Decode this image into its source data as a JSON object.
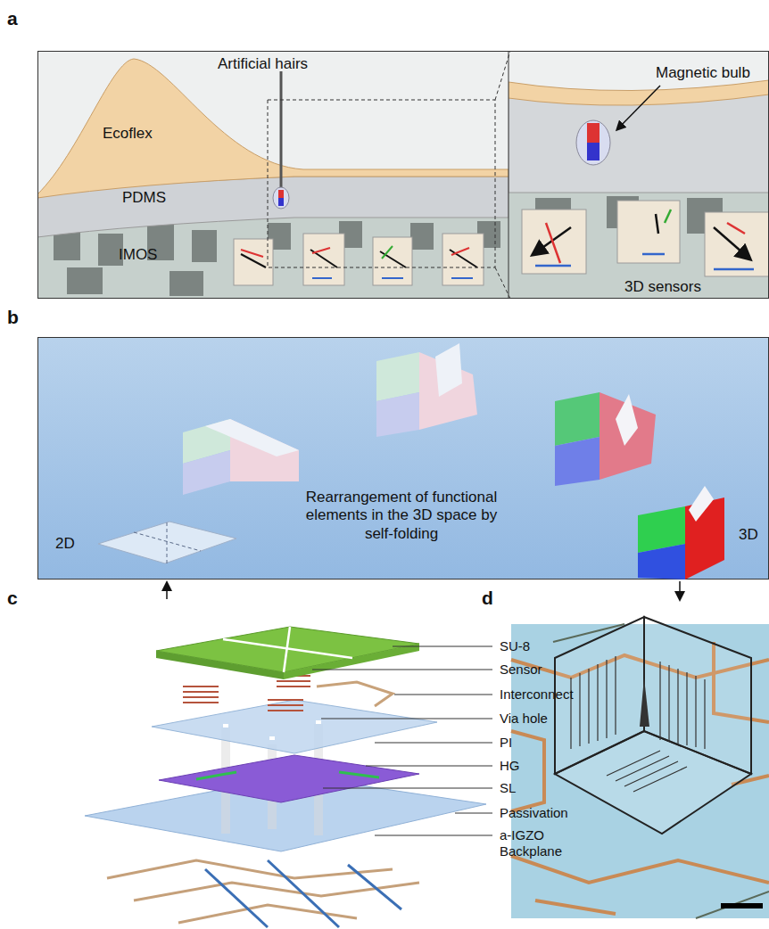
{
  "diagram": {
    "nodes": [
      {
        "text": [
          "Rearrangement of functional elements in the 3D space by self-folding",
          "2D",
          "3D"
        ]
      }
    ],
    "labels": [
      "a",
      "Artificial hairs",
      "Ecoflex",
      "PDMS",
      "IMOS",
      "Magnetic bulb",
      "3D sensors",
      "b",
      "c",
      "SU-8",
      "Sensor",
      "Interconnect",
      "Via hole",
      "PI",
      "HG",
      "SL",
      "Passivation",
      "a-IGZO Backplane",
      "d"
    ]
  }
}
